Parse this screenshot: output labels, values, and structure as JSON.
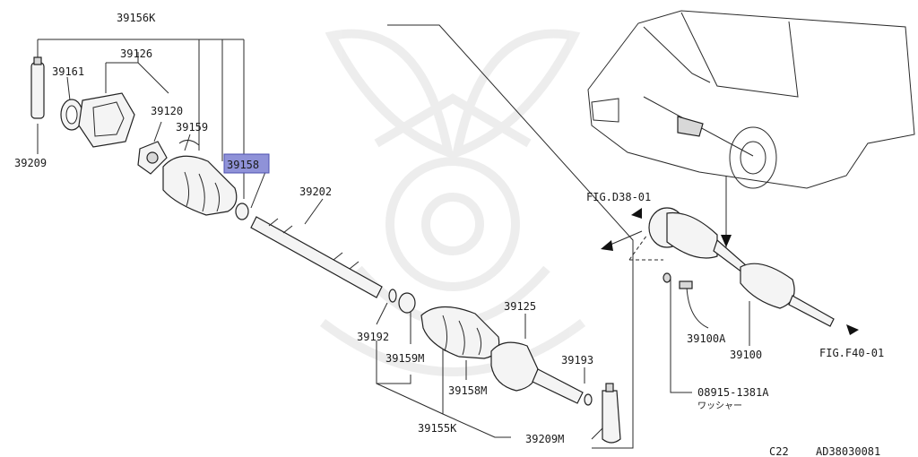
{
  "labels": {
    "p39156K": "39156K",
    "p39126": "39126",
    "p39161": "39161",
    "p39120": "39120",
    "p39159": "39159",
    "p39158": "39158",
    "p39209": "39209",
    "p39202": "39202",
    "p39192": "39192",
    "p39159M": "39159M",
    "p39125": "39125",
    "p39193": "39193",
    "p39158M": "39158M",
    "p39155K": "39155K",
    "p39209M": "39209M",
    "fig_d38": "FIG.D38-01",
    "fig_f40": "FIG.F40-01",
    "p39100A": "39100A",
    "p39100": "39100",
    "p08915": "08915-1381A",
    "washer": "ワッシャー",
    "footer_model": "C22",
    "footer_code": "AD38030081"
  },
  "highlight_color": "#8f92d8"
}
